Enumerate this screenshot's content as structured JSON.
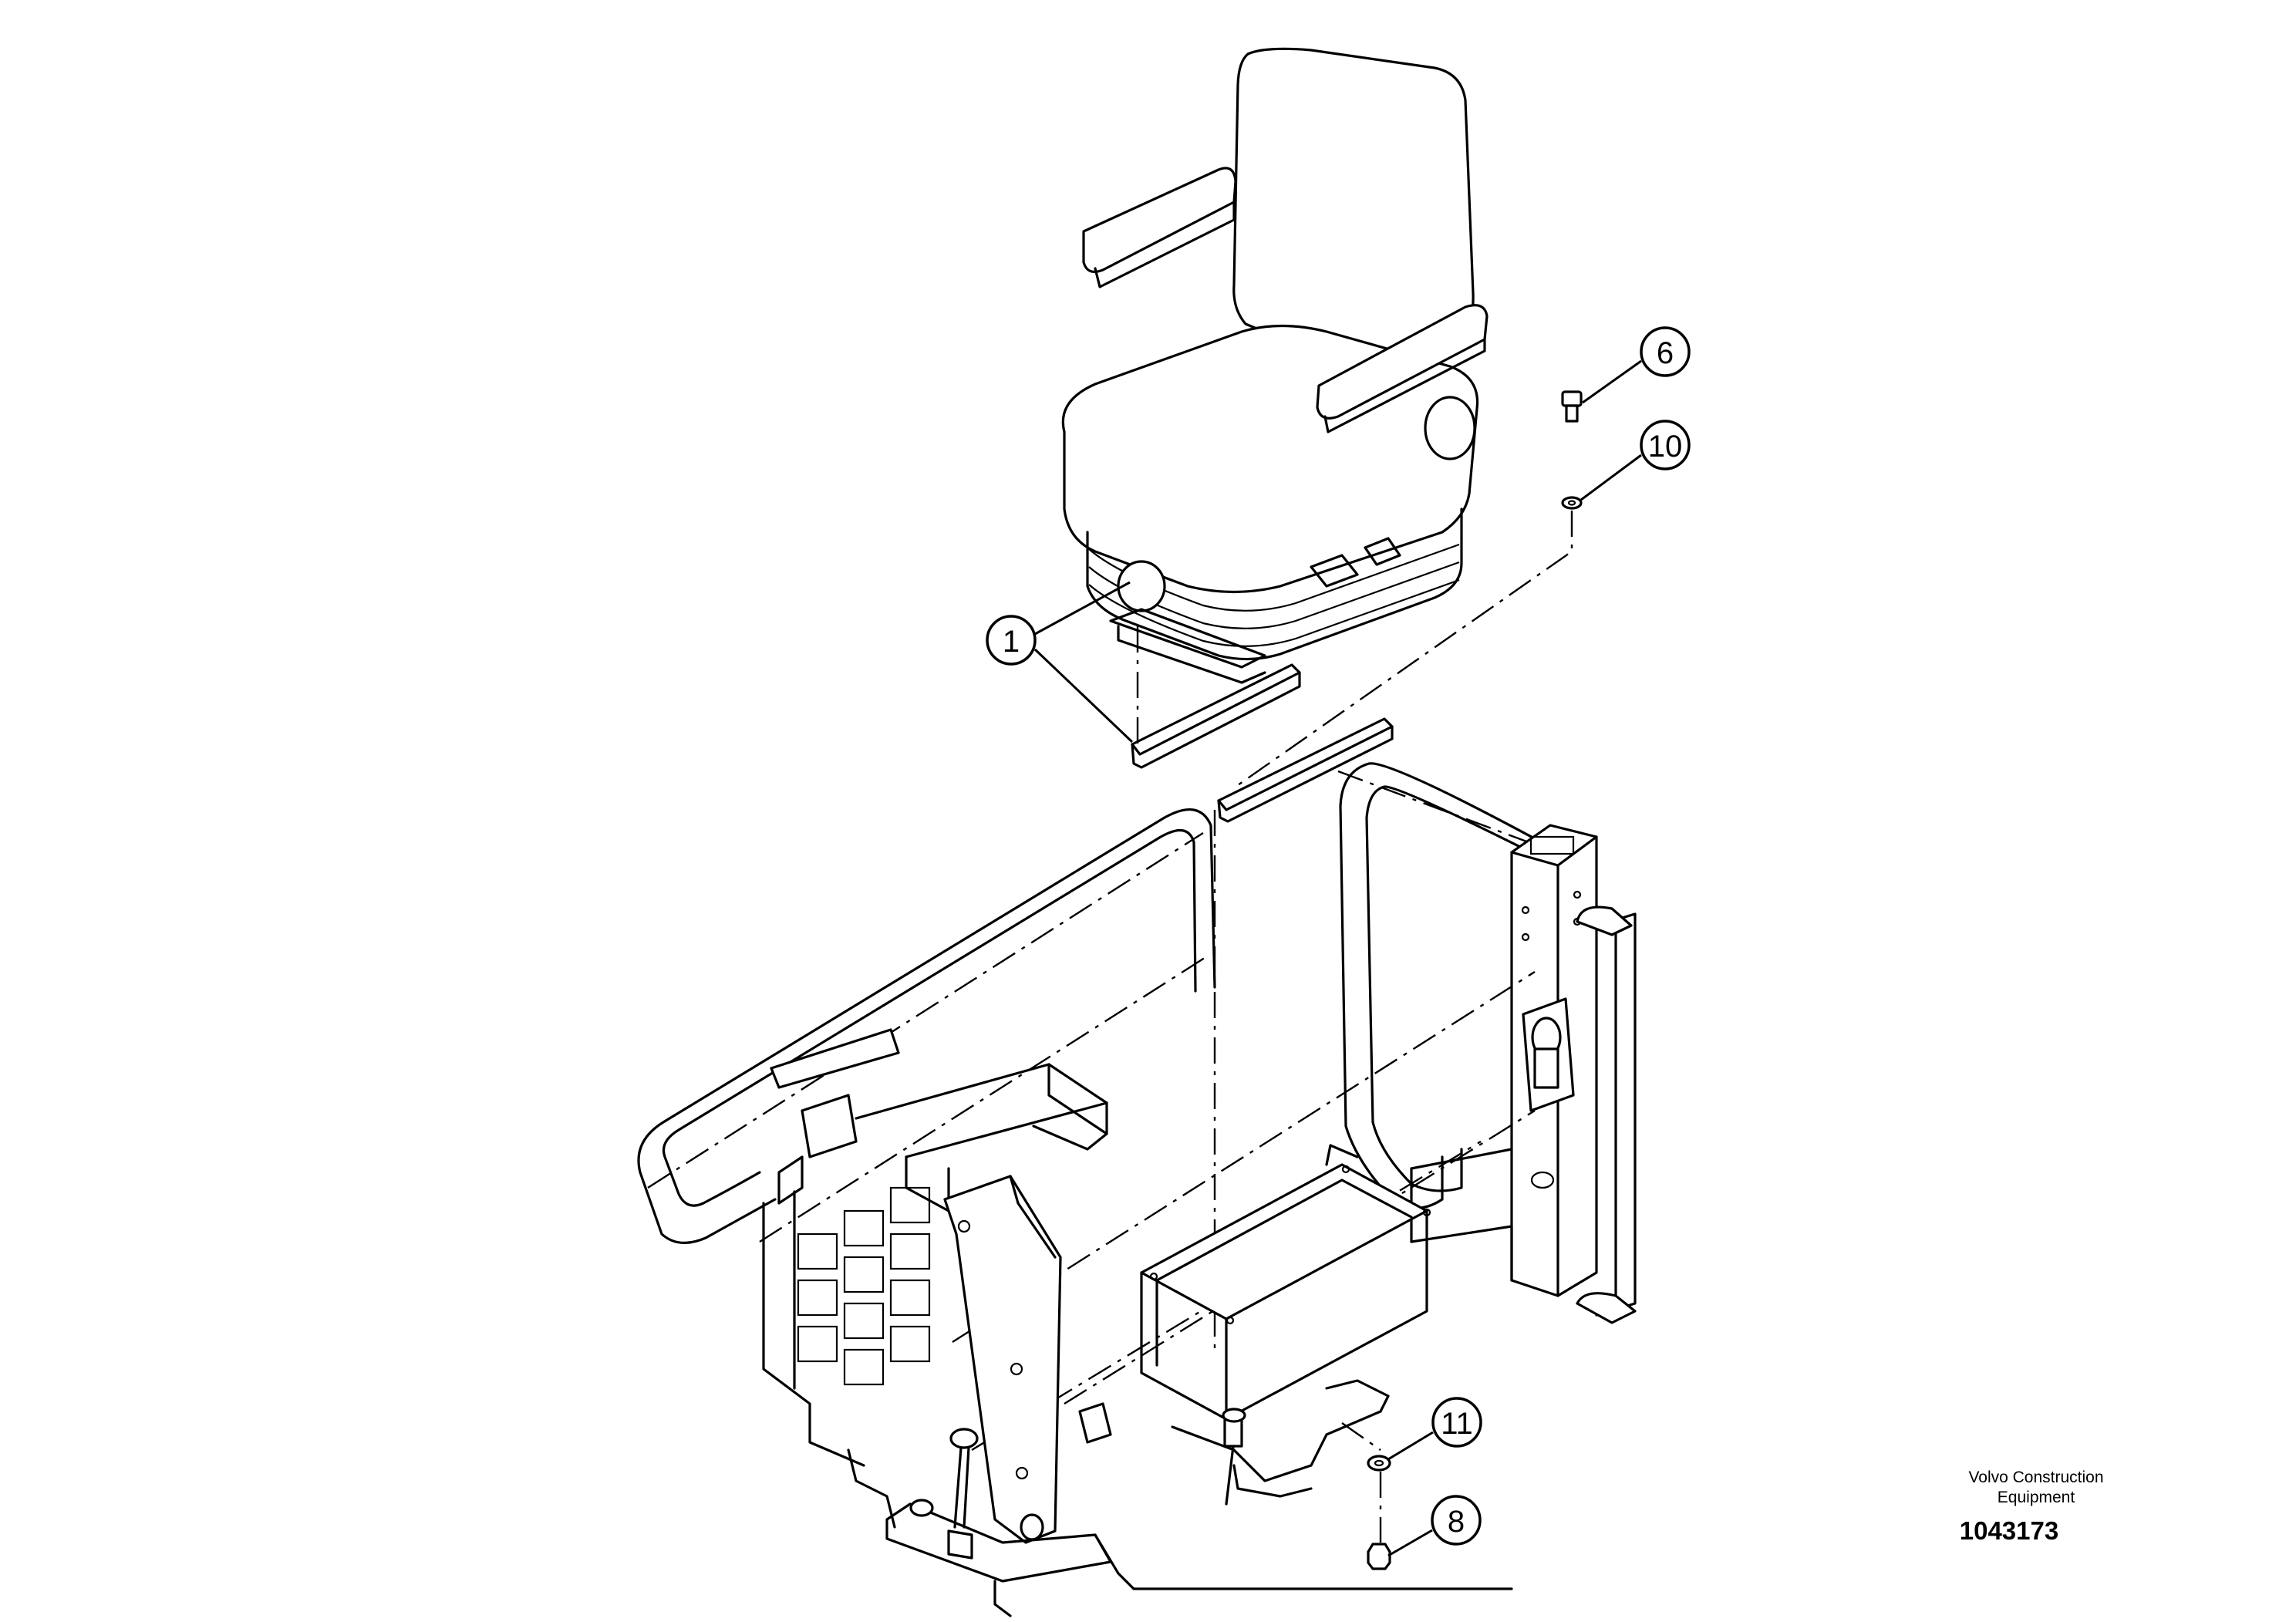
{
  "callouts": [
    {
      "label": "1"
    },
    {
      "label": "6"
    },
    {
      "label": "10"
    },
    {
      "label": "11"
    },
    {
      "label": "8"
    }
  ],
  "brand": {
    "line1": "Volvo Construction",
    "line2": "Equipment"
  },
  "drawing_number": "1043173"
}
